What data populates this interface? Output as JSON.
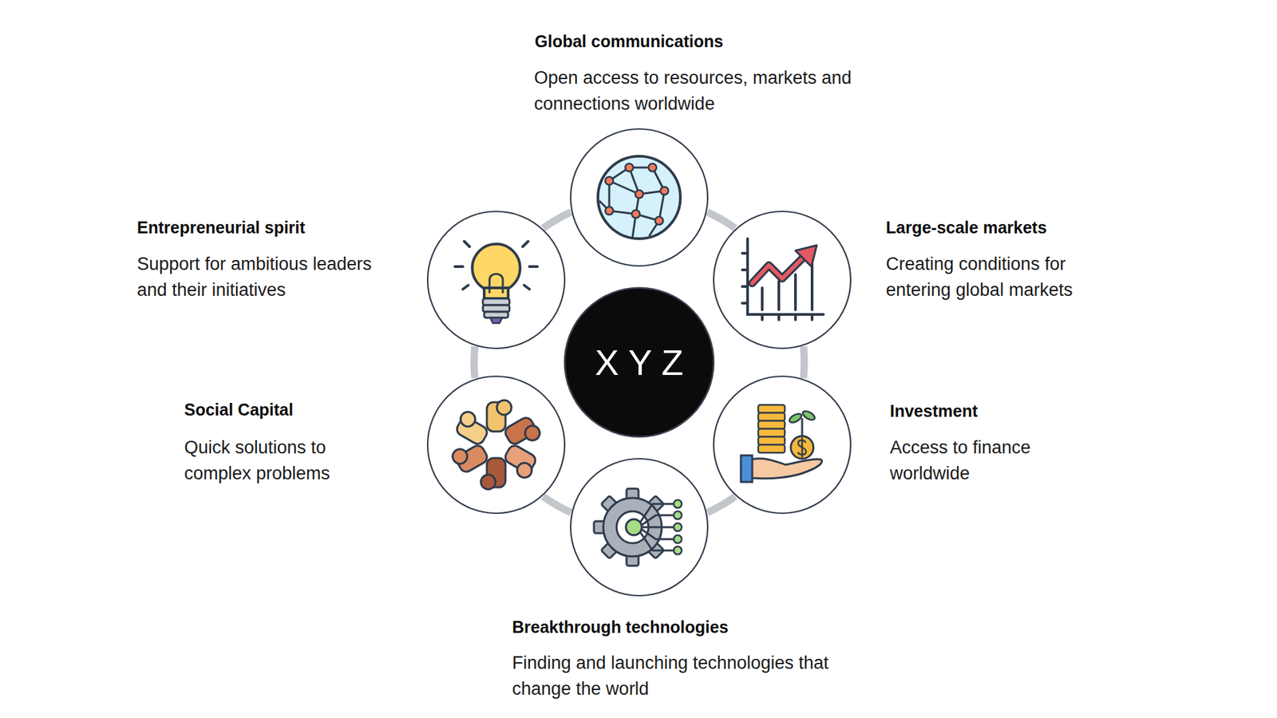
{
  "diagram": {
    "nodes": [
      {
        "text": [
          "X Y Z"
        ]
      },
      {
        "text": [
          "Global communications",
          "Open access to resources, markets and connections worldwide"
        ]
      },
      {
        "text": [
          "Large-scale markets",
          "Creating conditions for entering global markets"
        ]
      },
      {
        "text": [
          "Investment",
          "Access to finance worldwide"
        ]
      },
      {
        "text": [
          "Breakthrough technologies",
          "Finding and launching technologies that change the world"
        ]
      },
      {
        "text": [
          "Social Capital",
          "Quick solutions to complex problems"
        ]
      },
      {
        "text": [
          "Entrepreneurial spirit",
          "Support for ambitious leaders and their initiatives"
        ]
      }
    ],
    "edges": [
      {
        "from": 1,
        "to": 2,
        "arrow": "none"
      },
      {
        "from": 2,
        "to": 3,
        "arrow": "none"
      },
      {
        "from": 3,
        "to": 4,
        "arrow": "none"
      },
      {
        "from": 4,
        "to": 5,
        "arrow": "none"
      },
      {
        "from": 5,
        "to": 6,
        "arrow": "none"
      },
      {
        "from": 6,
        "to": 1,
        "arrow": "none"
      }
    ]
  }
}
